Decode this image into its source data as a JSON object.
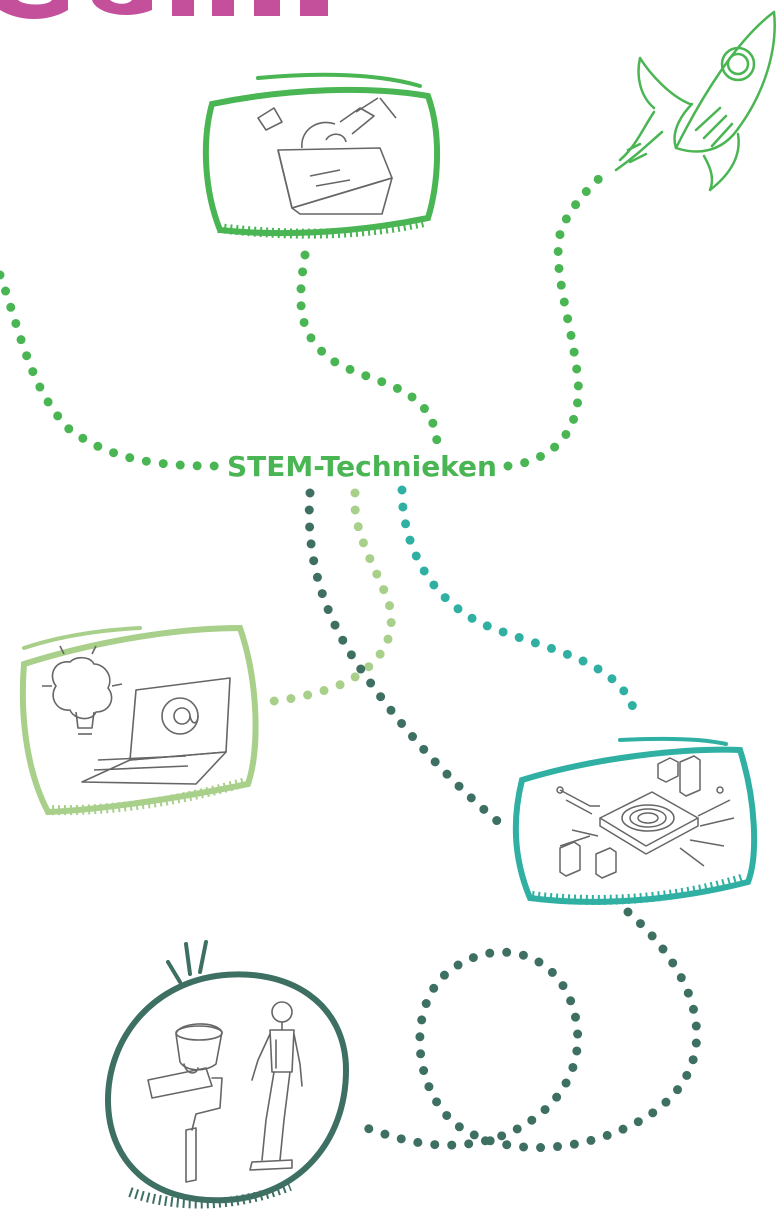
{
  "center": {
    "label": "STEM-Technieken"
  },
  "colors": {
    "title_magenta": "#c44f9b",
    "green": "#49b553",
    "light_green": "#a8d08a",
    "teal": "#2fb0a3",
    "dark_teal": "#3e6f63",
    "sketch_ink": "#666666"
  },
  "nodes": [
    {
      "id": "toolbox",
      "icon": "toolbox-icon",
      "color": "green"
    },
    {
      "id": "rocket",
      "icon": "rocket-icon",
      "color": "green"
    },
    {
      "id": "laptop-brain",
      "icon": "laptop-brain-icon",
      "color": "light_green"
    },
    {
      "id": "fingerprint-circuit",
      "icon": "fingerprint-circuit-icon",
      "color": "teal"
    },
    {
      "id": "paint-mannequin",
      "icon": "paint-mannequin-icon",
      "color": "dark_teal"
    }
  ]
}
